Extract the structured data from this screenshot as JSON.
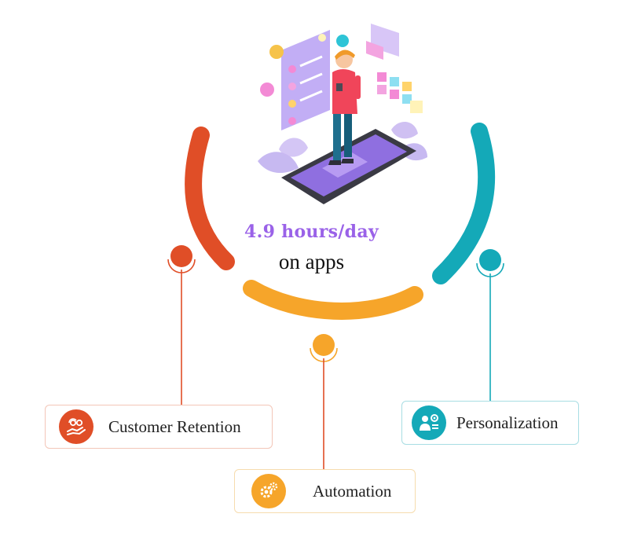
{
  "stat": {
    "value": "4.9 hours/day",
    "label": "on apps"
  },
  "colors": {
    "retention": "#e04e27",
    "automation": "#f6a52a",
    "personalization": "#14a9b8",
    "accent": "#9a62e8"
  },
  "cards": {
    "retention": {
      "label": "Customer Retention",
      "icon": "customer-care-icon"
    },
    "automation": {
      "label": "Automation",
      "icon": "gears-icon"
    },
    "personalization": {
      "label": "Personalization",
      "icon": "user-settings-icon"
    }
  },
  "illustration": {
    "subject": "person-using-smartphone-illustration"
  }
}
